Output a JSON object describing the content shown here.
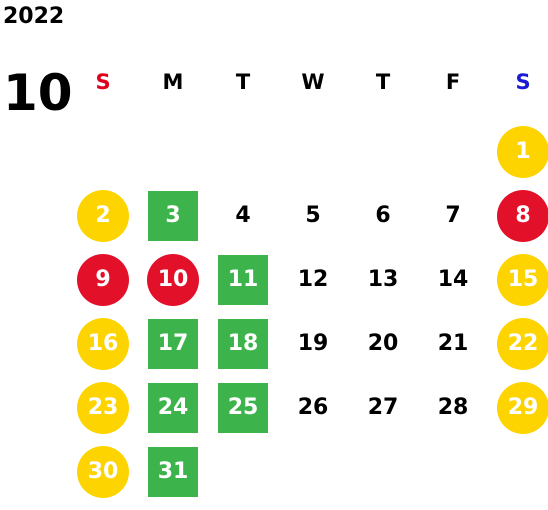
{
  "calendar": {
    "year": "2022",
    "month": "10",
    "weekdays": [
      {
        "label": "S",
        "kind": "sun"
      },
      {
        "label": "M",
        "kind": "weekday"
      },
      {
        "label": "T",
        "kind": "weekday"
      },
      {
        "label": "W",
        "kind": "weekday"
      },
      {
        "label": "T",
        "kind": "weekday"
      },
      {
        "label": "F",
        "kind": "weekday"
      },
      {
        "label": "S",
        "kind": "sat"
      }
    ],
    "colors": {
      "sunday_label": "#e0001b",
      "saturday_label": "#1a1ad6",
      "yellow_circle": "#fdd400",
      "red_circle": "#e3102a",
      "green_square": "#3cb44b"
    },
    "weeks": [
      [
        {
          "day": "",
          "style": "none"
        },
        {
          "day": "",
          "style": "none"
        },
        {
          "day": "",
          "style": "none"
        },
        {
          "day": "",
          "style": "none"
        },
        {
          "day": "",
          "style": "none"
        },
        {
          "day": "",
          "style": "none"
        },
        {
          "day": "1",
          "style": "yellow"
        }
      ],
      [
        {
          "day": "2",
          "style": "yellow"
        },
        {
          "day": "3",
          "style": "green"
        },
        {
          "day": "4",
          "style": "plain"
        },
        {
          "day": "5",
          "style": "plain"
        },
        {
          "day": "6",
          "style": "plain"
        },
        {
          "day": "7",
          "style": "plain"
        },
        {
          "day": "8",
          "style": "red"
        }
      ],
      [
        {
          "day": "9",
          "style": "red"
        },
        {
          "day": "10",
          "style": "red"
        },
        {
          "day": "11",
          "style": "green"
        },
        {
          "day": "12",
          "style": "plain"
        },
        {
          "day": "13",
          "style": "plain"
        },
        {
          "day": "14",
          "style": "plain"
        },
        {
          "day": "15",
          "style": "yellow"
        }
      ],
      [
        {
          "day": "16",
          "style": "yellow"
        },
        {
          "day": "17",
          "style": "green"
        },
        {
          "day": "18",
          "style": "green"
        },
        {
          "day": "19",
          "style": "plain"
        },
        {
          "day": "20",
          "style": "plain"
        },
        {
          "day": "21",
          "style": "plain"
        },
        {
          "day": "22",
          "style": "yellow"
        }
      ],
      [
        {
          "day": "23",
          "style": "yellow"
        },
        {
          "day": "24",
          "style": "green"
        },
        {
          "day": "25",
          "style": "green"
        },
        {
          "day": "26",
          "style": "plain"
        },
        {
          "day": "27",
          "style": "plain"
        },
        {
          "day": "28",
          "style": "plain"
        },
        {
          "day": "29",
          "style": "yellow"
        }
      ],
      [
        {
          "day": "30",
          "style": "yellow"
        },
        {
          "day": "31",
          "style": "green"
        },
        {
          "day": "",
          "style": "none"
        },
        {
          "day": "",
          "style": "none"
        },
        {
          "day": "",
          "style": "none"
        },
        {
          "day": "",
          "style": "none"
        },
        {
          "day": "",
          "style": "none"
        }
      ]
    ]
  }
}
